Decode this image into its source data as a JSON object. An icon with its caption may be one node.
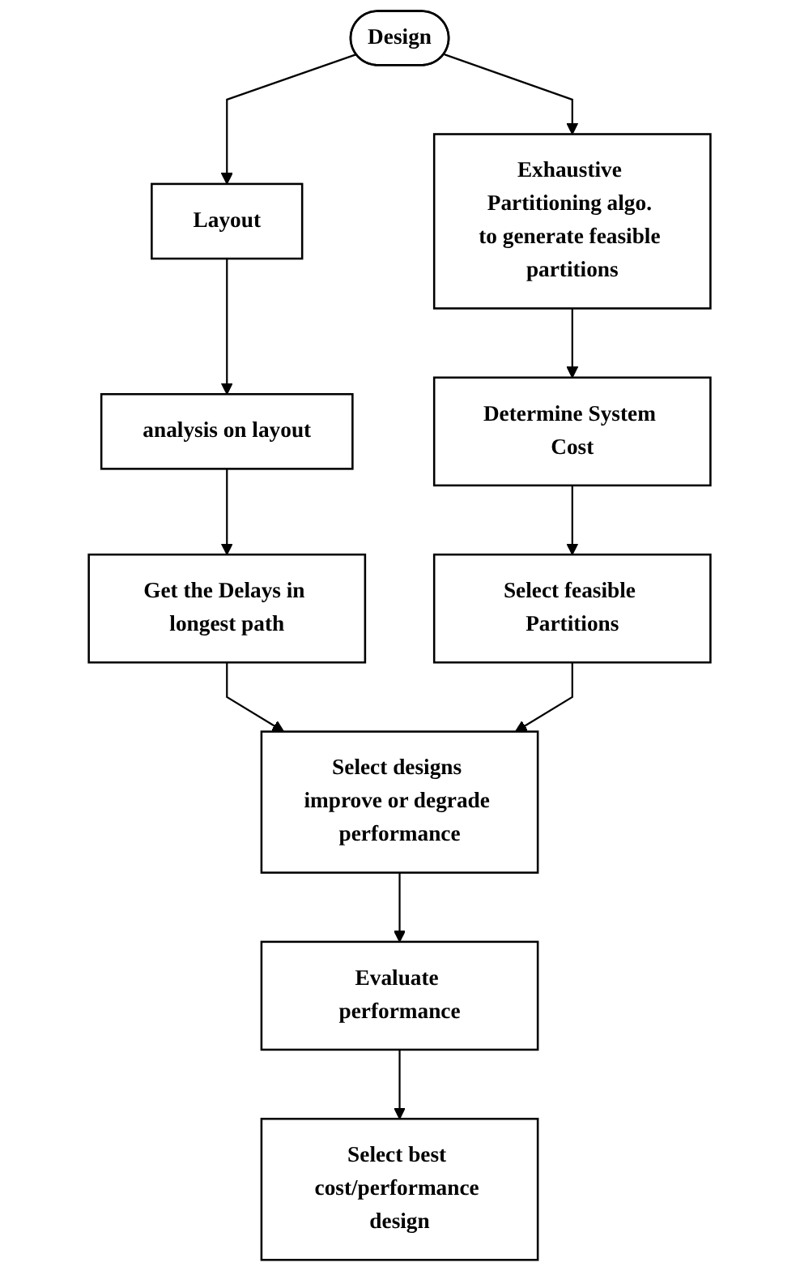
{
  "diagram": {
    "nodes": [
      {
        "text": [
          "Design"
        ]
      },
      {
        "text": [
          "Layout"
        ]
      },
      {
        "text": [
          "Exhaustive Partitioning algo. to generate feasible partitions"
        ]
      },
      {
        "text": [
          "analysis on layout"
        ]
      },
      {
        "text": [
          "Determine System Cost"
        ]
      },
      {
        "text": [
          "Get the Delays in longest path"
        ]
      },
      {
        "text": [
          "Select feasible Partitions"
        ]
      },
      {
        "text": [
          "Select designs improve or degrade performance"
        ]
      },
      {
        "text": [
          "Evaluate performance"
        ]
      },
      {
        "text": [
          "Select best cost/performance design"
        ]
      }
    ],
    "edges": [
      {
        "from": 0,
        "to": 1,
        "arrow": "to"
      },
      {
        "from": 0,
        "to": 2,
        "arrow": "to"
      },
      {
        "from": 1,
        "to": 3,
        "arrow": "to"
      },
      {
        "from": 2,
        "to": 4,
        "arrow": "to"
      },
      {
        "from": 3,
        "to": 5,
        "arrow": "to"
      },
      {
        "from": 4,
        "to": 6,
        "arrow": "to"
      },
      {
        "from": 5,
        "to": 7,
        "arrow": "to"
      },
      {
        "from": 6,
        "to": 7,
        "arrow": "to"
      },
      {
        "from": 7,
        "to": 8,
        "arrow": "to"
      },
      {
        "from": 8,
        "to": 9,
        "arrow": "to"
      }
    ]
  }
}
